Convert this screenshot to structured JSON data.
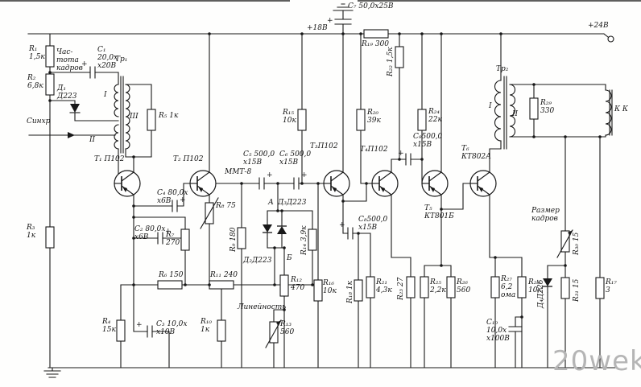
{
  "colors": {
    "ink": "#181818",
    "paper": "#fefefd",
    "watermark": "#b5b5b5"
  },
  "lbl": {
    "v24": "+24В",
    "v18": "+18В",
    "c7": "C₇ 50,0х25В",
    "c7p": "+",
    "r19": "R₁₉ 300",
    "r1": "R₁\n1,5к",
    "chastota": "Час-\nтота\nкадров",
    "c1": "C₁\n20,0х\nх20В",
    "c1p": "+",
    "tr1": "Тр₁",
    "r2": "R₂\n6,8к",
    "d1": "Д₁\nД223",
    "tr1w1": "I",
    "tr1w3": "III",
    "r5": "R₅ 1к",
    "sinhr": "Синхр",
    "tr1w2": "II",
    "t1": "Т₁ П102",
    "t2": "Т₂ П102",
    "mmt8": "ММТ-8",
    "c4": "C₄ 80,0х\nх6В",
    "c4p": "+",
    "r8": "R₈ 75",
    "c2": "C₂ 80,0х\nх6В",
    "c2p": "+",
    "r7": "R₇\n270",
    "r9": "R₉ 180",
    "r3": "R₃\n1к",
    "c5": "C₅ 500,0\nх15В",
    "c5p": "+",
    "c6": "C₆ 500,0\nх15В",
    "c6p": "+",
    "aMark": "А",
    "d3": "Д₃Д223",
    "d2": "Д₂Д223",
    "bMark": "Б",
    "r14": "R₁₄ 3,9к",
    "t3": "Т₃П102",
    "r15": "R₁₅\n10к",
    "r20": "R₂₀\n39к",
    "t4": "Т₄П102",
    "c8": "C₈500,0\nх15В",
    "c8p": "+",
    "c9": "C₉500,0\nх15В",
    "c9p": "+",
    "r22": "R₂₂ 1,5к",
    "r24": "R₂₄\n22к",
    "t5": "Т₅\nКТ801Б",
    "t6": "Т₆\nКТ802А",
    "tr2": "Тр₂",
    "tr2w1": "I",
    "tr2w2": "II",
    "r29": "R₂₉\n330",
    "kk": "К К",
    "razmer": "Размер\nкадров",
    "r30": "R₃₀ 15",
    "r6": "R₆ 150",
    "r11": "R₁₁ 240",
    "lin": "Линейность",
    "r13": "R₁₃\n560",
    "r12": "R₁₂\n470",
    "r4": "R₄\n15к",
    "c3": "C₃ 10,0х\nх10В",
    "c3p": "+",
    "r10": "R₁₀\n1к",
    "r16": "R₁₆\n10к",
    "r18": "R₁₈ 1к",
    "r21": "R₂₁\n4,3к",
    "r23": "R₂₃ 27",
    "r25": "R₂₅\n2,2к",
    "r26": "R₂₆\n560",
    "r27": "R₂₇\n6,2\nома",
    "r28": "R₂₈\n10к",
    "d4": "Д₄Д226",
    "r31": "R₃₁ 15",
    "r17": "R₁₇\n3",
    "c10": "C₁₀\n10,0х\nх100В",
    "wm": "20wek"
  }
}
